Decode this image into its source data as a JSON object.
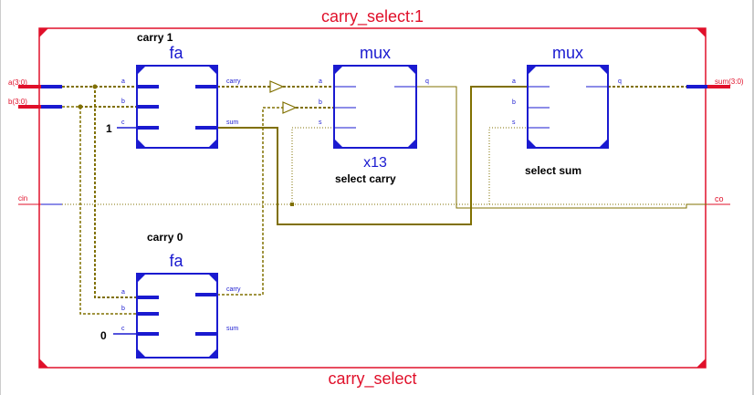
{
  "module": {
    "instance_title": "carry_select:1",
    "module_name": "carry_select"
  },
  "ports": {
    "a": "a(3:0)",
    "b": "b(3:0)",
    "cin": "cin",
    "sum": "sum(3:0)",
    "co": "co"
  },
  "blocks": {
    "fa_top": {
      "caption": "carry 1",
      "type": "fa",
      "pins": {
        "a": "a",
        "b": "b",
        "c": "c",
        "carry": "carry",
        "sum": "sum"
      },
      "const": "1"
    },
    "fa_bottom": {
      "caption": "carry 0",
      "type": "fa",
      "pins": {
        "a": "a",
        "b": "b",
        "c": "c",
        "carry": "carry",
        "sum": "sum"
      },
      "const": "0"
    },
    "mux_carry": {
      "type": "mux",
      "pins": {
        "a": "a",
        "b": "b",
        "s": "s",
        "q": "q"
      },
      "multiplier": "x13",
      "caption": "select carry"
    },
    "mux_sum": {
      "type": "mux",
      "pins": {
        "a": "a",
        "b": "b",
        "s": "s",
        "q": "q"
      },
      "caption": "select sum"
    }
  },
  "colors": {
    "frame": "#e0102a",
    "block": "#1a1ad0",
    "wire": "#807000",
    "port": "#e0102a"
  }
}
